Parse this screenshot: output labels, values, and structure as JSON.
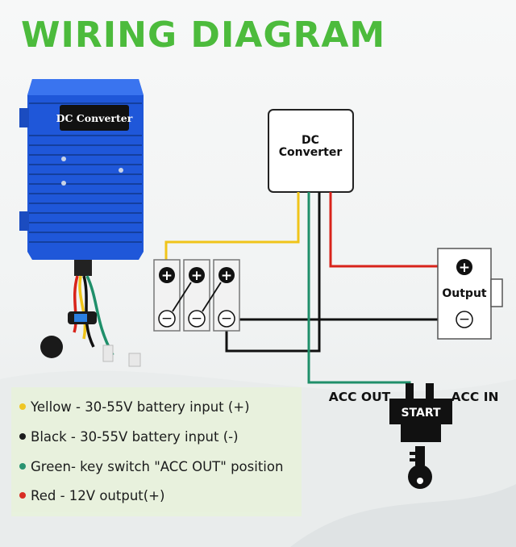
{
  "title": "WIRING DIAGRAM",
  "device": {
    "label": "DC Converter",
    "color": "#1f57d9"
  },
  "diagram": {
    "converter_box": {
      "line1": "DC",
      "line2": "Converter"
    },
    "output_box": {
      "label": "Output"
    },
    "switch": {
      "acc_out": "ACC OUT",
      "acc_in": "ACC IN",
      "start": "START"
    },
    "terminal_plus": "+",
    "terminal_minus": "−"
  },
  "wires": {
    "yellow": "#f0c419",
    "black": "#111111",
    "green": "#1f8f6a",
    "red": "#d8231a"
  },
  "legend": [
    {
      "color": "#f0c419",
      "text": "Yellow - 30-55V battery input (+)"
    },
    {
      "color": "#111111",
      "text": "Black - 30-55V battery input (-)"
    },
    {
      "color": "#1f8f6a",
      "text": "Green- key switch \"ACC OUT\" position"
    },
    {
      "color": "#d8231a",
      "text": "Red - 12V output(+)"
    }
  ]
}
